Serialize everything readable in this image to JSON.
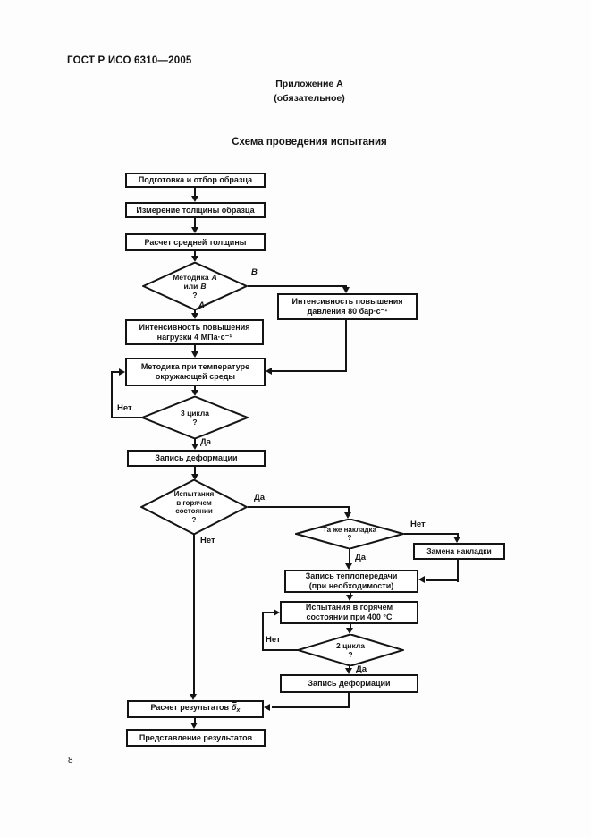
{
  "page": {
    "doc_number": "ГОСТ Р ИСО 6310—2005",
    "annex_title": "Приложение А",
    "annex_subtitle": "(обязательное)",
    "title": "Схема проведения испытания",
    "page_number": "8"
  },
  "flow": {
    "prepare": "Подготовка и отбор образца",
    "measure": "Измерение толщины образца",
    "calc_avg": "Расчет средней толщины",
    "method_decision": {
      "word": "Методика",
      "a": "А",
      "or": "или",
      "b": "В",
      "q": "?"
    },
    "rate_a": {
      "line1": "Интенсивность повышения",
      "line2": "нагрузки 4 МПа·с⁻¹"
    },
    "rate_b": {
      "line1": "Интенсивность повышения",
      "line2": "давления 80 бар·с⁻¹"
    },
    "ambient": {
      "line1": "Методика при температуре",
      "line2": "окружающей среды"
    },
    "cycles3": {
      "line1": "3 цикла",
      "q": "?"
    },
    "record_deform1": "Запись деформации",
    "hot_decision": {
      "line1": "Испытания",
      "line2": "в горячем",
      "line3": "состоянии",
      "q": "?"
    },
    "same_pad": {
      "line1": "Та же накладка",
      "q": "?"
    },
    "replace_pad": "Замена накладки",
    "record_heat": {
      "line1": "Запись теплопередачи",
      "line2": "(при необходимости)"
    },
    "hot_test": {
      "line1": "Испытания в горячем",
      "line2": "состоянии при 400 °С"
    },
    "cycles2": {
      "line1": "2 цикла",
      "q": "?"
    },
    "record_deform2": "Запись деформации",
    "calc_results": {
      "text": "Расчет результатов",
      "symbol": "δ",
      "subscript": "x"
    },
    "present_results": "Представление результатов",
    "labels": {
      "yes": "Да",
      "no": "Нет",
      "a": "А",
      "b": "В"
    }
  }
}
